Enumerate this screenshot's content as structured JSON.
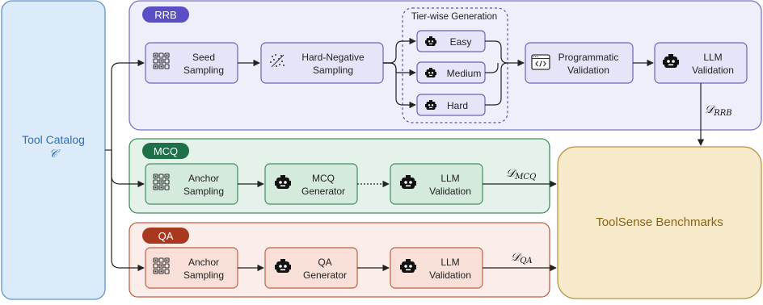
{
  "tool_catalog": {
    "label": "Tool Catalog",
    "symbol": "𝒞"
  },
  "rrb": {
    "badge": "RRB",
    "seed_sampling": [
      "Seed",
      "Sampling"
    ],
    "hard_negative": [
      "Hard-Negative",
      "Sampling"
    ],
    "tier_group_title": "Tier-wise Generation",
    "tiers": {
      "easy": "Easy",
      "medium": "Medium",
      "hard": "Hard"
    },
    "programmatic_validation": [
      "Programmatic",
      "Validation"
    ],
    "llm_validation": [
      "LLM",
      "Validation"
    ],
    "output": {
      "main": "𝒟",
      "sub": "RRB"
    }
  },
  "mcq": {
    "badge": "MCQ",
    "anchor_sampling": [
      "Anchor",
      "Sampling"
    ],
    "generator": [
      "MCQ",
      "Generator"
    ],
    "llm_validation": [
      "LLM",
      "Validation"
    ],
    "output": {
      "main": "𝒟",
      "sub": "MCQ"
    }
  },
  "qa": {
    "badge": "QA",
    "anchor_sampling": [
      "Anchor",
      "Sampling"
    ],
    "generator": [
      "QA",
      "Generator"
    ],
    "llm_validation": [
      "LLM",
      "Validation"
    ],
    "output": {
      "main": "𝒟",
      "sub": "QA"
    }
  },
  "benchmark": {
    "label": "ToolSense Benchmarks"
  },
  "colors": {
    "catalog_fill": "#dcebfa",
    "catalog_stroke": "#5b93cf",
    "catalog_text": "#2f6fb8",
    "rrb_fill": "#efeefb",
    "rrb_stroke": "#7a73c9",
    "rrb_badge": "#5b4fc4",
    "mcq_fill": "#e4f2ea",
    "mcq_stroke": "#3f8f60",
    "mcq_badge": "#1f6f48",
    "qa_fill": "#fbeeea",
    "qa_stroke": "#c45e45",
    "qa_badge": "#a8391e",
    "bench_fill": "#f6eacb",
    "bench_stroke": "#b79446",
    "bench_text": "#8a6414",
    "arrow": "#222222"
  }
}
